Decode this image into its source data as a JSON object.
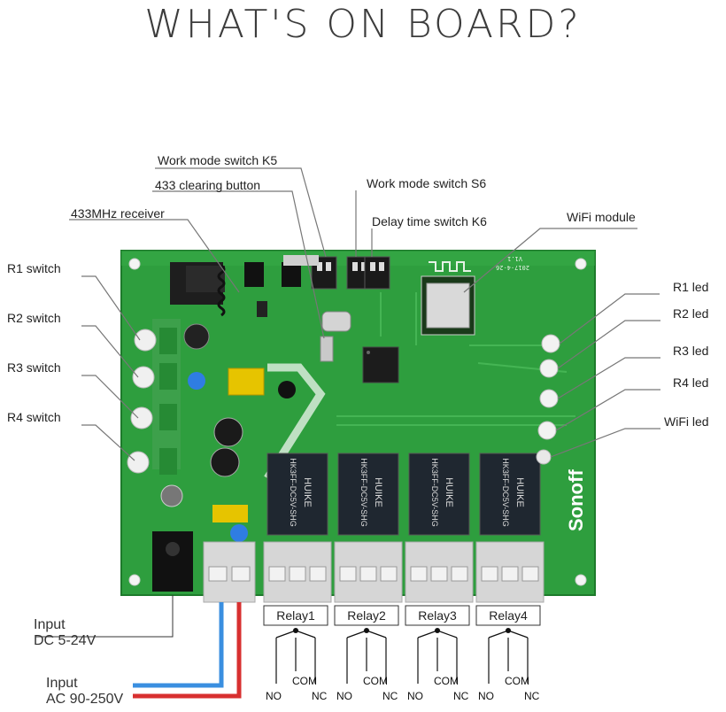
{
  "title": "WHAT'S ON BOARD?",
  "labels": {
    "work_mode_k5": "Work mode switch K5",
    "clearing_button": "433 clearing button",
    "work_mode_s6": "Work mode switch S6",
    "receiver": "433MHz receiver",
    "delay_k6": "Delay time switch K6",
    "wifi_module": "WiFi module",
    "r1_switch": "R1 switch",
    "r2_switch": "R2 switch",
    "r3_switch": "R3 switch",
    "r4_switch": "R4 switch",
    "r1_led": "R1 led",
    "r2_led": "R2 led",
    "r3_led": "R3 led",
    "r4_led": "R4 led",
    "wifi_led": "WiFi led"
  },
  "inputs": {
    "dc_title": "Input",
    "dc_range": "DC 5-24V",
    "ac_title": "Input",
    "ac_range": "AC 90-250V"
  },
  "relays": [
    {
      "name": "Relay1",
      "no": "NO",
      "com": "COM",
      "nc": "NC"
    },
    {
      "name": "Relay2",
      "no": "NO",
      "com": "COM",
      "nc": "NC"
    },
    {
      "name": "Relay3",
      "no": "NO",
      "com": "COM",
      "nc": "NC"
    },
    {
      "name": "Relay4",
      "no": "NO",
      "com": "COM",
      "nc": "NC"
    }
  ],
  "board": {
    "brand": "Sonoff",
    "relay_part_1": "HK3FF-DC5V-SHG",
    "relay_brand": "HUIKE",
    "version": "V1.1",
    "date": "2017-4-26"
  },
  "colors": {
    "pcb": "#2e9e3e",
    "dc_wire": "#1f5fd0",
    "ac_wire_live": "#d83030",
    "ac_wire_blue": "#3a8fe0",
    "relay_body": "#1f2730"
  }
}
